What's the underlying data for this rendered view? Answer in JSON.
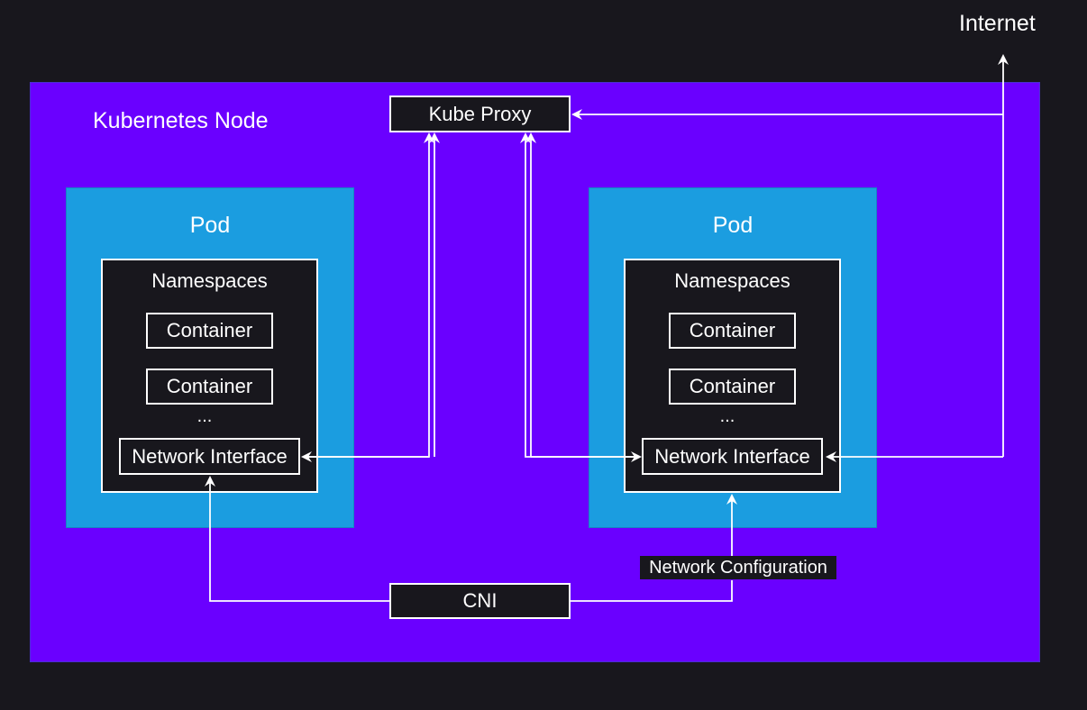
{
  "diagram": {
    "internet_label": "Internet",
    "node_title": "Kubernetes Node",
    "kube_proxy_label": "Kube Proxy",
    "cni_label": "CNI",
    "network_configuration_label": "Network Configuration",
    "pods": [
      {
        "title": "Pod",
        "namespaces_title": "Namespaces",
        "containers": [
          "Container",
          "Container"
        ],
        "ellipsis": "...",
        "network_interface": "Network Interface"
      },
      {
        "title": "Pod",
        "namespaces_title": "Namespaces",
        "containers": [
          "Container",
          "Container"
        ],
        "ellipsis": "...",
        "network_interface": "Network Interface"
      }
    ]
  },
  "colors": {
    "background": "#18171d",
    "node_fill": "#6a00ff",
    "pod_fill": "#1b9de0",
    "box_fill": "#18171d",
    "line": "#ffffff"
  }
}
